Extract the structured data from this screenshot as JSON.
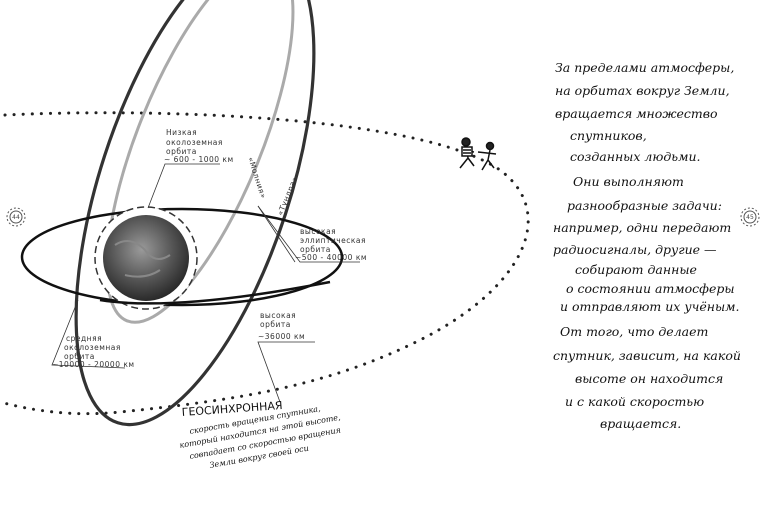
{
  "page_numbers": {
    "left": "44",
    "right": "45"
  },
  "orbits": {
    "low": {
      "title": [
        "Низкая",
        "околоземная",
        "орбита"
      ],
      "range": "~ 600 - 1000 км"
    },
    "molniya": "«Молния»",
    "tundra": "«Тундра»",
    "high_elliptic": {
      "title": [
        "высокая",
        "эллиптическая",
        "орбита"
      ],
      "range": "~500 - 40000 км"
    },
    "high": {
      "title": [
        "высокая",
        "орбита"
      ],
      "range": "~36000 км"
    },
    "medium": {
      "title": [
        "средняя",
        "околоземная",
        "орбита"
      ],
      "range": "~10000 - 20000 км"
    },
    "geosync": {
      "title": "ГЕОСИНХРОННАЯ",
      "description": [
        "скорость вращения спутника,",
        "который находится на этой высоте,",
        "совпадает со скоростью вращения",
        "Земли вокруг своей оси"
      ]
    }
  },
  "body_text": {
    "p1": [
      "За пределами атмосферы,",
      "на орбитах вокруг Земли,",
      "вращается множество",
      "спутников,",
      "созданных людьми."
    ],
    "p2": [
      "Они выполняют",
      "разнообразные задачи:",
      "например, одни передают",
      "радиосигналы, другие —",
      "собирают данные",
      "о состоянии атмосферы",
      "и отправляют их учёным."
    ],
    "p3": [
      "От того, что делает",
      "спутник, зависит, на какой",
      "высоте он находится",
      "и с какой скоростью",
      "вращается."
    ]
  }
}
